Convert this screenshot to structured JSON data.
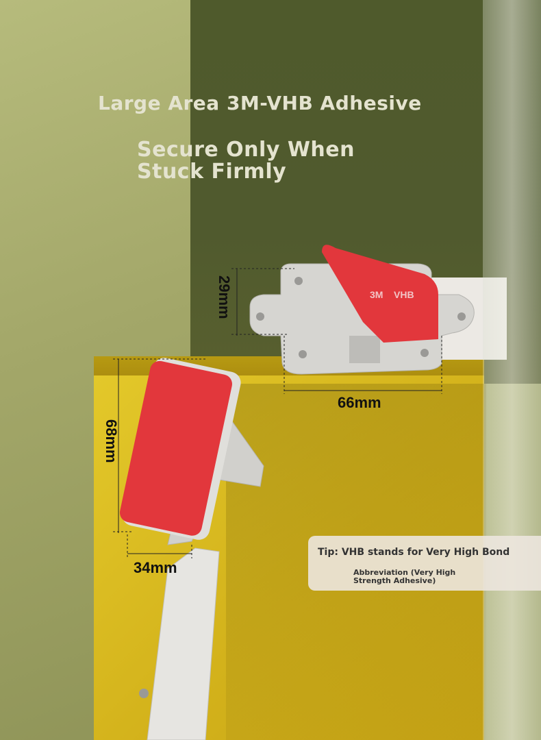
{
  "headline": "Large Area 3M-VHB Adhesive",
  "subheadline": "Secure Only When\n Stuck Firmly",
  "dimensions": {
    "height_small": "29mm",
    "width_small": "66mm",
    "height_large": "68mm",
    "width_large": "34mm"
  },
  "tip": {
    "title": "Tip: VHB stands for Very High Bond",
    "body": "Abbreviation (Very High\n Strength Adhesive)"
  },
  "adhesive_brand_marks": [
    "3M",
    "VHB"
  ],
  "colors": {
    "adhesive_red": "#e2373c",
    "mount_gray": "#d9d9d6",
    "block_yellow": "#d9b81f",
    "wall_dark": "#505a2e",
    "wall_light": "#a9ae72"
  }
}
